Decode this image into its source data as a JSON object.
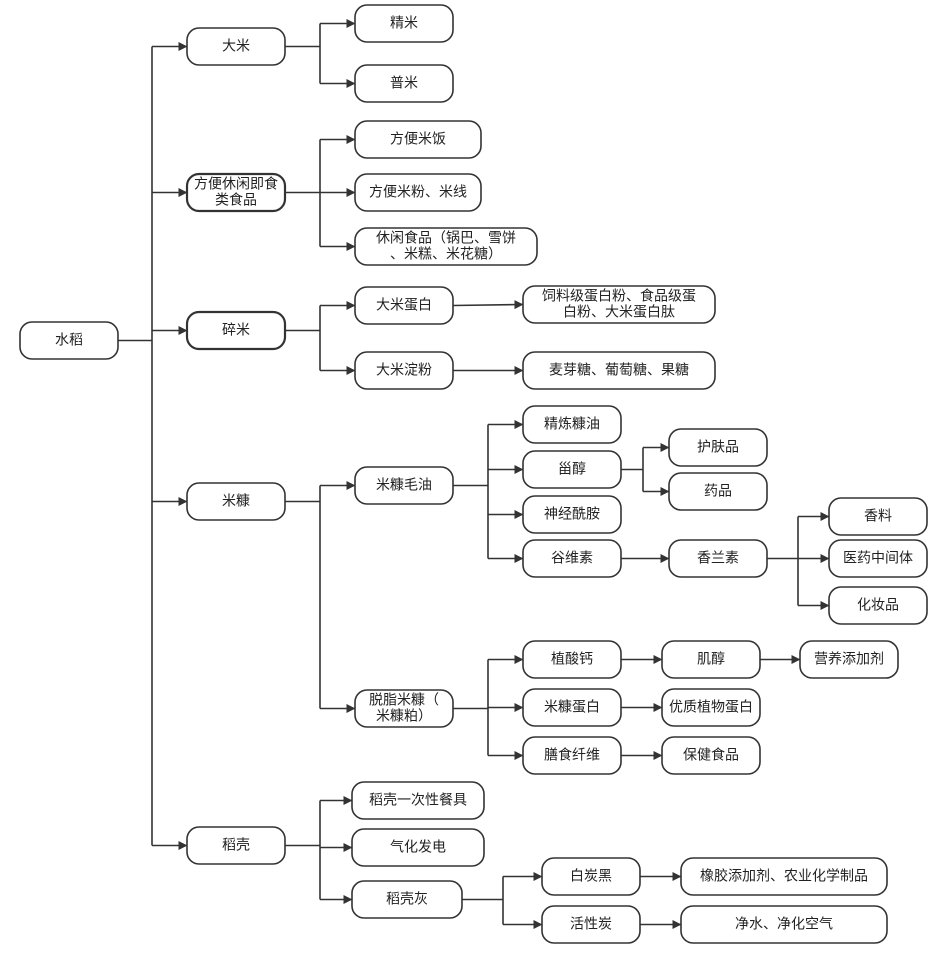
{
  "nodes": {
    "root": "水稻",
    "rice": "大米",
    "rice_refined": "精米",
    "rice_regular": "普米",
    "instant": "方便休闲即食类食品",
    "instant_rice": "方便米饭",
    "instant_noodles": "方便米粉、米线",
    "snacks": "休闲食品（锅巴、雪饼、米糕、米花糖）",
    "broken": "碎米",
    "rice_protein": "大米蛋白",
    "protein_products": "饲料级蛋白粉、食品级蛋白粉、大米蛋白肽",
    "rice_starch": "大米淀粉",
    "sugars": "麦芽糖、葡萄糖、果糖",
    "bran": "米糠",
    "crude_oil": "米糠毛油",
    "refined_oil": "精炼糠油",
    "sterol": "甾醇",
    "skincare": "护肤品",
    "medicine": "药品",
    "ceramide": "神经酰胺",
    "oryzanol": "谷维素",
    "vanillin": "香兰素",
    "fragrance": "香料",
    "pharma_intermediate": "医药中间体",
    "cosmetics": "化妆品",
    "defatted_bran": "脱脂米糠（米糠粕）",
    "phytin": "植酸钙",
    "inositol": "肌醇",
    "nutrition_additive": "营养添加剂",
    "bran_protein": "米糠蛋白",
    "plant_protein": "优质植物蛋白",
    "fiber": "膳食纤维",
    "health_food": "保健食品",
    "husk": "稻壳",
    "tableware": "稻壳一次性餐具",
    "gasification": "气化发电",
    "husk_ash": "稻壳灰",
    "white_carbon": "白炭黑",
    "rubber_agro": "橡胶添加剂、农业化学制品",
    "activated_carbon": "活性炭",
    "water_air": "净水、净化空气"
  }
}
